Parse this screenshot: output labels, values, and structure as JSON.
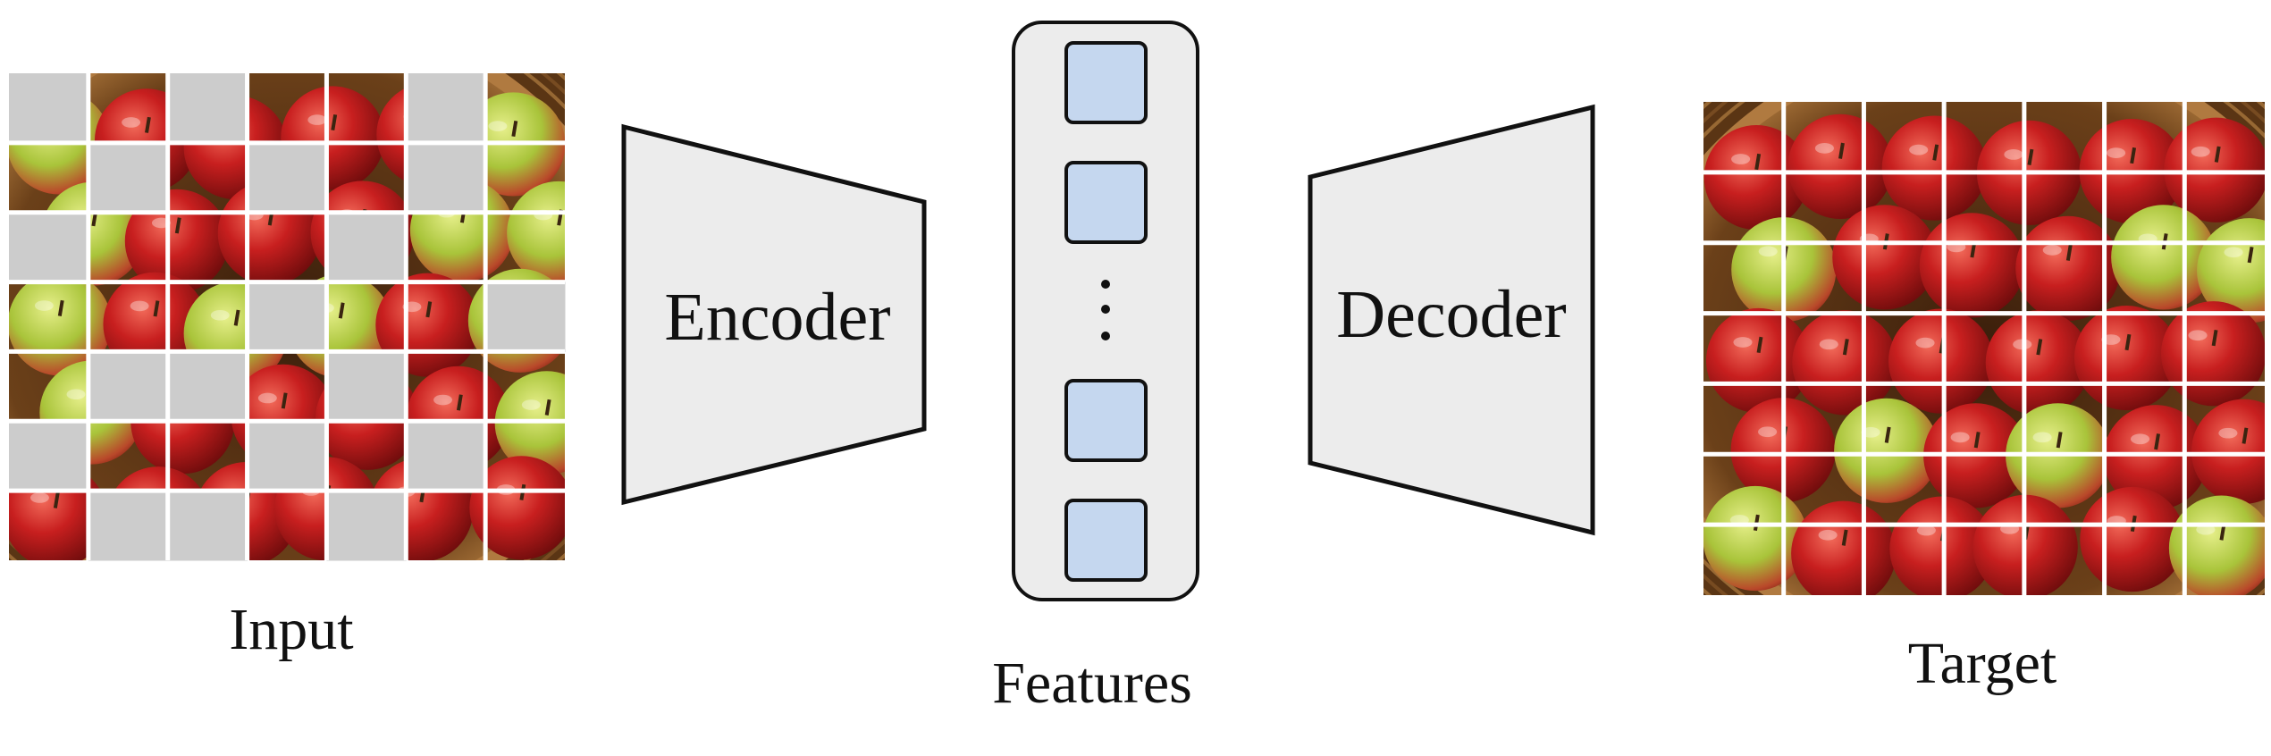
{
  "labels": {
    "input": "Input",
    "encoder": "Encoder",
    "features": "Features",
    "decoder": "Decoder",
    "target": "Target"
  },
  "features": {
    "dots": "⋮",
    "block_color": "#c5d7ef",
    "container_color": "#ececec"
  },
  "colors": {
    "mask": "#cccccc",
    "trapezoid_fill": "#ececec",
    "stroke": "#111111",
    "grid_line": "#ffffff",
    "bowl_dark": "#4a2a12",
    "bowl_wood": "#9a6a34",
    "apple_red": "#c81f1f",
    "apple_green": "#a9c43a"
  },
  "input_mask": {
    "rows": 7,
    "cols": 7,
    "masked": [
      [
        0,
        0
      ],
      [
        0,
        2
      ],
      [
        0,
        5
      ],
      [
        1,
        1
      ],
      [
        1,
        3
      ],
      [
        1,
        5
      ],
      [
        2,
        0
      ],
      [
        2,
        4
      ],
      [
        3,
        3
      ],
      [
        3,
        6
      ],
      [
        4,
        1
      ],
      [
        4,
        2
      ],
      [
        4,
        4
      ],
      [
        5,
        0
      ],
      [
        5,
        3
      ],
      [
        5,
        5
      ],
      [
        6,
        1
      ],
      [
        6,
        2
      ],
      [
        6,
        4
      ]
    ]
  }
}
